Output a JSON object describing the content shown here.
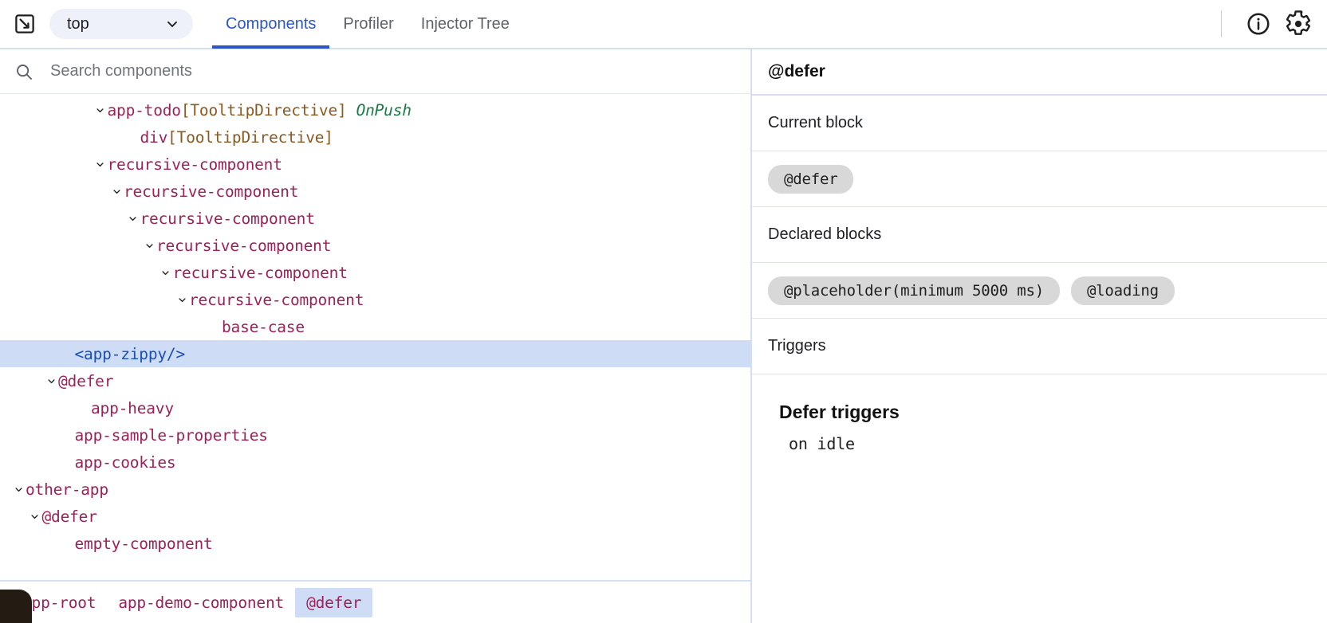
{
  "toolbar": {
    "inspect_icon": "inspect-element-icon",
    "frame_select": {
      "value": "top",
      "chevron_icon": "chevron-down-icon"
    },
    "tabs": [
      {
        "label": "Components",
        "active": true
      },
      {
        "label": "Profiler",
        "active": false
      },
      {
        "label": "Injector Tree",
        "active": false
      }
    ],
    "info_icon": "info-circle-icon",
    "settings_icon": "gear-icon",
    "accent_color": "#2a56c6"
  },
  "search": {
    "placeholder": "Search components",
    "value": "",
    "icon": "search-icon"
  },
  "tree": {
    "selected_index": 9,
    "nodes": [
      {
        "indent": 5,
        "chevron": "down",
        "name": "app-todo",
        "directive": "[TooltipDirective]",
        "badge": "OnPush",
        "kind": "component"
      },
      {
        "indent": 7,
        "chevron": "none",
        "name": "div",
        "directive": "[TooltipDirective]",
        "badge": "",
        "kind": "component"
      },
      {
        "indent": 5,
        "chevron": "down",
        "name": "recursive-component",
        "directive": "",
        "badge": "",
        "kind": "component"
      },
      {
        "indent": 6,
        "chevron": "down",
        "name": "recursive-component",
        "directive": "",
        "badge": "",
        "kind": "component"
      },
      {
        "indent": 7,
        "chevron": "down",
        "name": "recursive-component",
        "directive": "",
        "badge": "",
        "kind": "component"
      },
      {
        "indent": 8,
        "chevron": "down",
        "name": "recursive-component",
        "directive": "",
        "badge": "",
        "kind": "component"
      },
      {
        "indent": 9,
        "chevron": "down",
        "name": "recursive-component",
        "directive": "",
        "badge": "",
        "kind": "component"
      },
      {
        "indent": 10,
        "chevron": "down",
        "name": "recursive-component",
        "directive": "",
        "badge": "",
        "kind": "component"
      },
      {
        "indent": 12,
        "chevron": "none",
        "name": "base-case",
        "directive": "",
        "badge": "",
        "kind": "component"
      },
      {
        "indent": 3,
        "chevron": "none",
        "name": "<app-zippy/>",
        "directive": "",
        "badge": "",
        "kind": "tag"
      },
      {
        "indent": 2,
        "chevron": "down",
        "name": "@defer",
        "directive": "",
        "badge": "",
        "kind": "component"
      },
      {
        "indent": 4,
        "chevron": "none",
        "name": "app-heavy",
        "directive": "",
        "badge": "",
        "kind": "component"
      },
      {
        "indent": 3,
        "chevron": "none",
        "name": "app-sample-properties",
        "directive": "",
        "badge": "",
        "kind": "component"
      },
      {
        "indent": 3,
        "chevron": "none",
        "name": "app-cookies",
        "directive": "",
        "badge": "",
        "kind": "component"
      },
      {
        "indent": 0,
        "chevron": "down",
        "name": "other-app",
        "directive": "",
        "badge": "",
        "kind": "component"
      },
      {
        "indent": 1,
        "chevron": "down",
        "name": "@defer",
        "directive": "",
        "badge": "",
        "kind": "component"
      },
      {
        "indent": 3,
        "chevron": "none",
        "name": "empty-component",
        "directive": "",
        "badge": "",
        "kind": "component"
      }
    ]
  },
  "breadcrumbs": [
    {
      "label": "app-root",
      "active": false
    },
    {
      "label": "app-demo-component",
      "active": false
    },
    {
      "label": "@defer",
      "active": true
    }
  ],
  "details": {
    "title": "@defer",
    "sections": [
      {
        "heading": "Current block",
        "chips": [
          "@defer"
        ]
      },
      {
        "heading": "Declared blocks",
        "chips": [
          "@placeholder(minimum 5000 ms)",
          "@loading"
        ]
      },
      {
        "heading": "Triggers",
        "chips": []
      }
    ],
    "triggers": {
      "title": "Defer triggers",
      "items": [
        "on idle"
      ]
    }
  }
}
